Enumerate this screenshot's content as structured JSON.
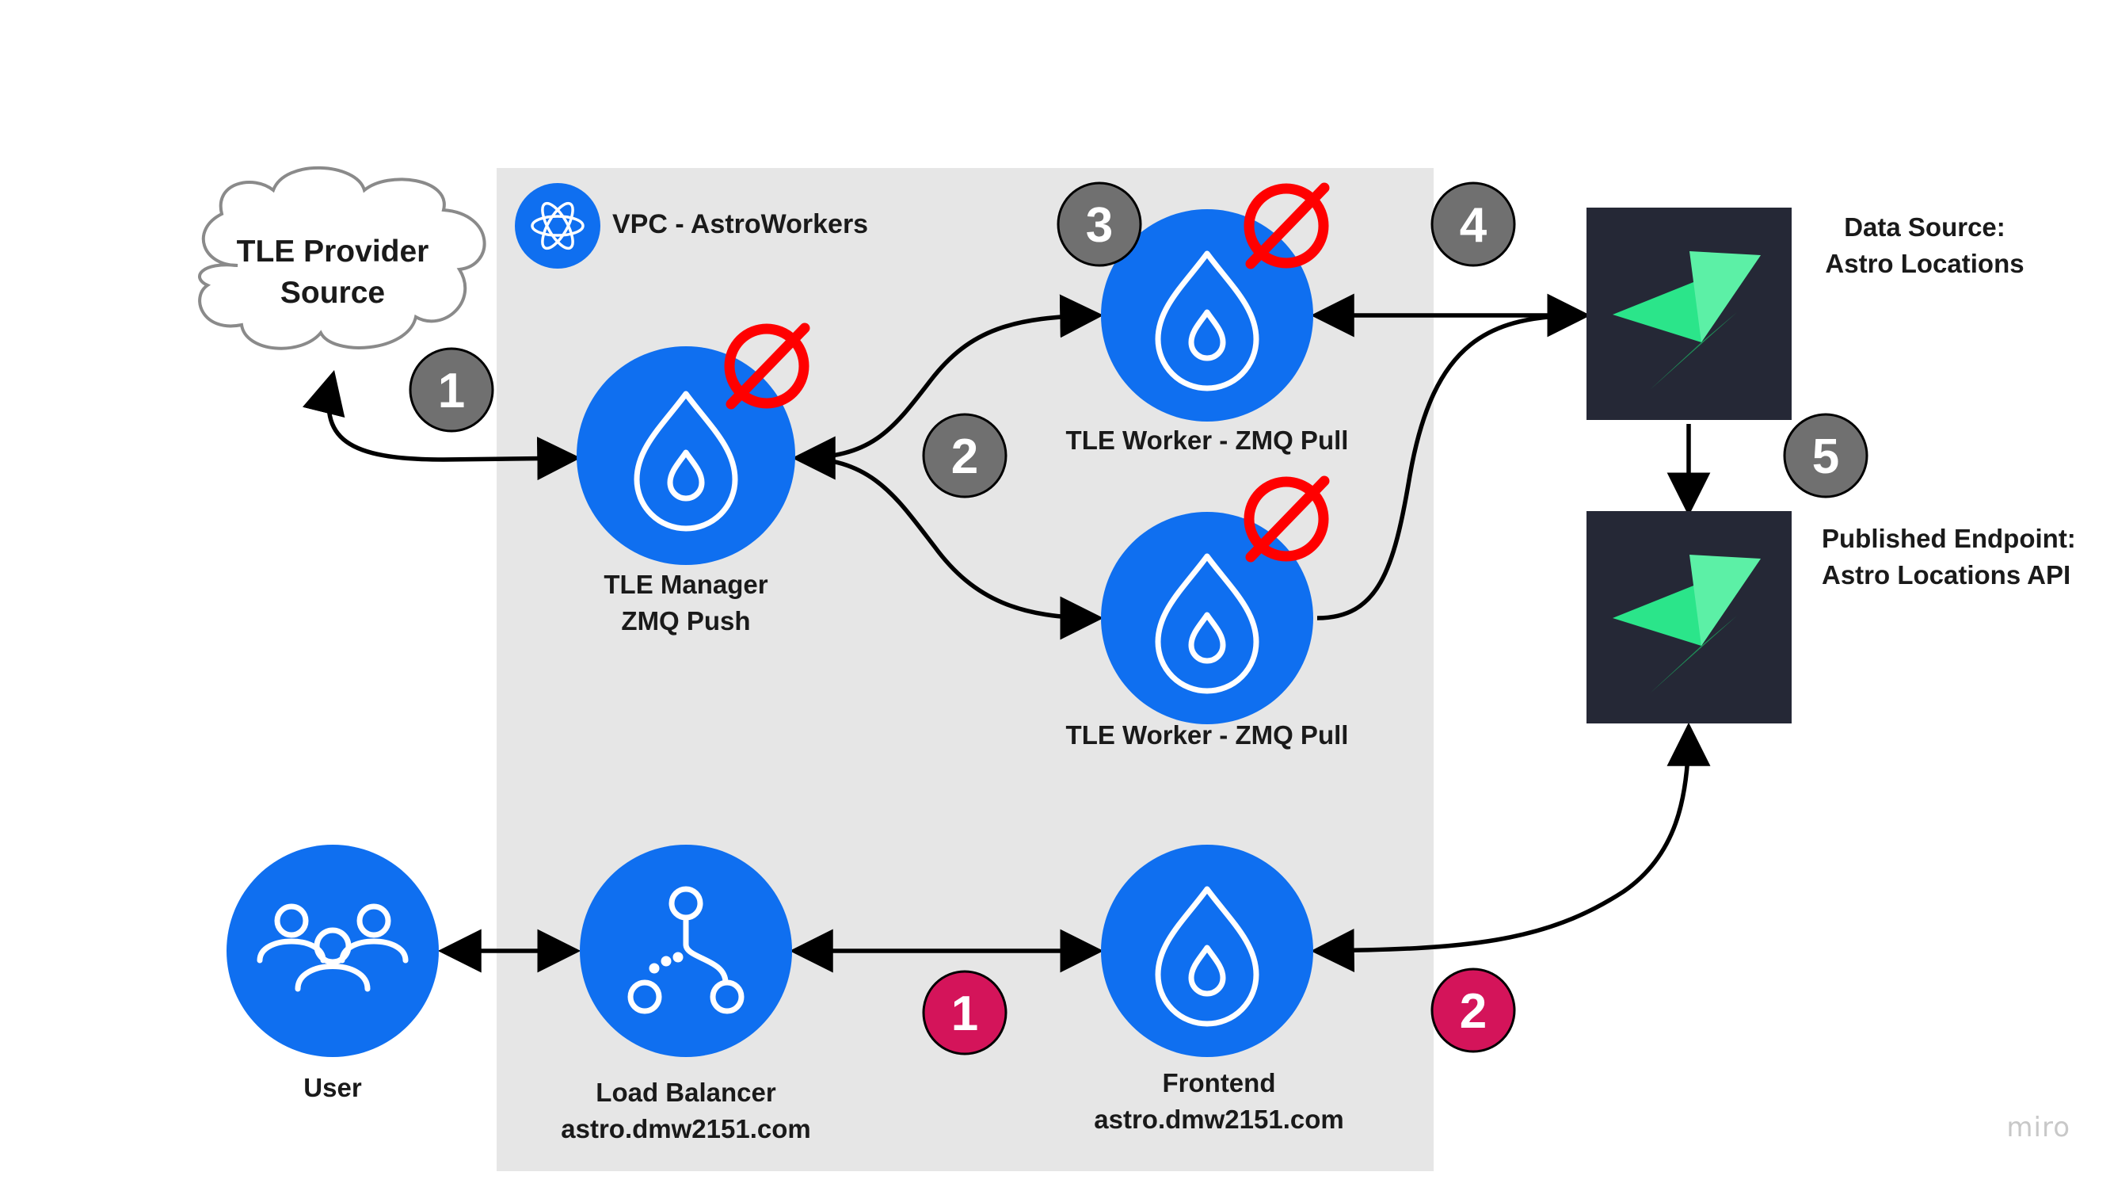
{
  "vpc": {
    "title": "VPC - AstroWorkers"
  },
  "cloud": {
    "line1": "TLE Provider",
    "line2": "Source"
  },
  "nodes": {
    "manager": {
      "line1": "TLE Manager",
      "line2": "ZMQ Push"
    },
    "worker_top": {
      "label": "TLE Worker - ZMQ Pull"
    },
    "worker_bottom": {
      "label": "TLE Worker - ZMQ Pull"
    },
    "user": {
      "label": "User"
    },
    "load_balancer": {
      "line1": "Load Balancer",
      "line2": "astro.dmw2151.com"
    },
    "frontend": {
      "line1": "Frontend",
      "line2": "astro.dmw2151.com"
    }
  },
  "data_source": {
    "line1": "Data Source:",
    "line2": "Astro Locations"
  },
  "published": {
    "line1": "Published Endpoint:",
    "line2": "Astro Locations API"
  },
  "badges": {
    "gray": [
      "1",
      "2",
      "3",
      "4",
      "5"
    ],
    "pink": [
      "1",
      "2"
    ]
  },
  "watermark": "miro",
  "colors": {
    "node_blue": "#0F6FF0",
    "vpc_fill": "#E6E6E6",
    "badge_gray": "#707070",
    "badge_pink": "#D4145A",
    "prohibit_red": "#FF0000",
    "tile_dark": "#252836",
    "logo_green": "#2BE58A"
  }
}
